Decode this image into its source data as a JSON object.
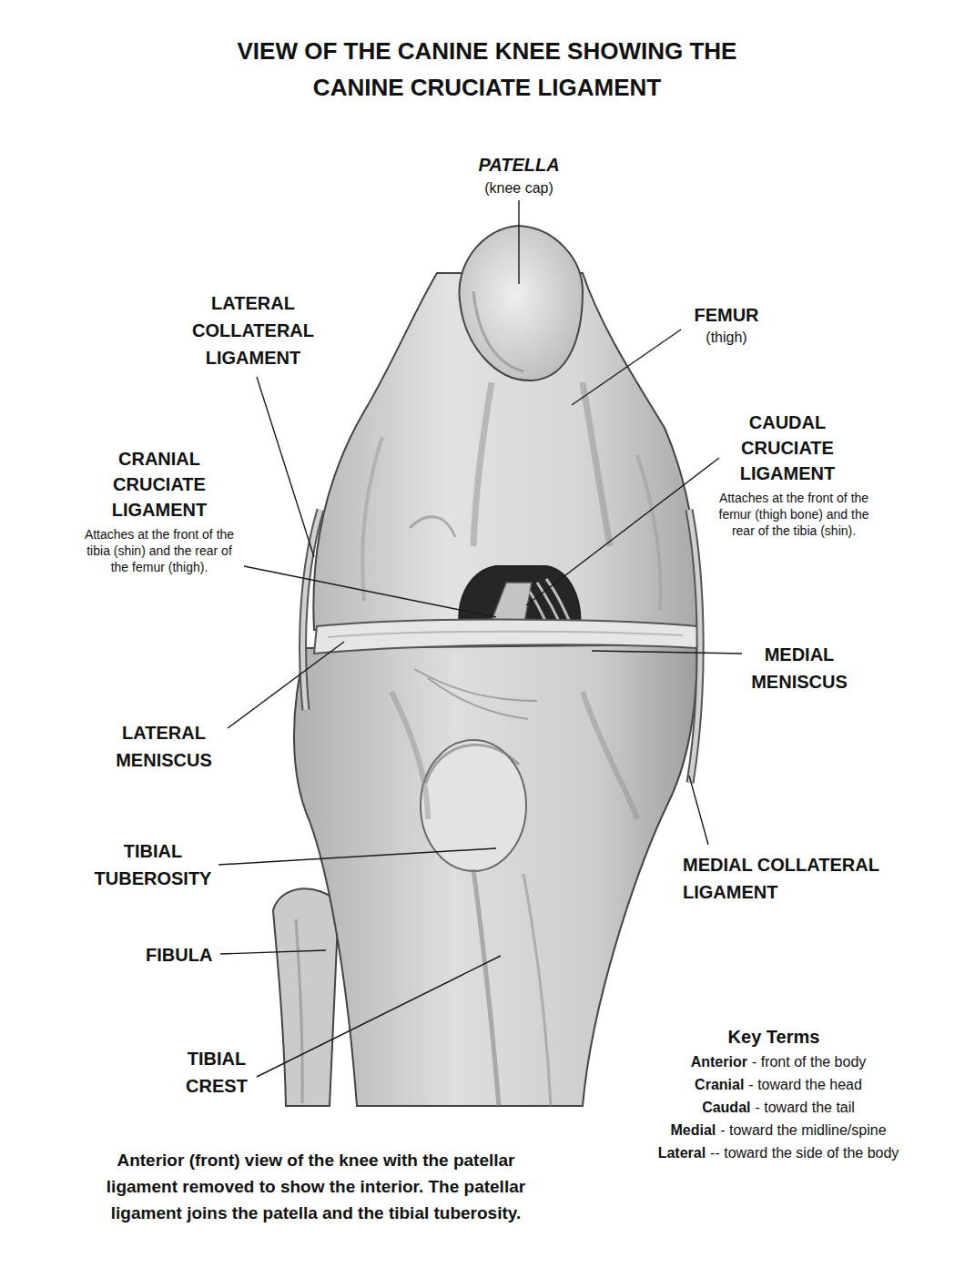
{
  "diagram": {
    "title": "VIEW OF THE CANINE KNEE SHOWING THE CANINE CRUCIATE LIGAMENT",
    "caption": "Anterior (front) view of the knee with the patellar ligament removed to show the interior. The patellar ligament joins the patella and the tibial tuberosity.",
    "labels": [
      "PATELLA",
      "(knee cap)",
      "LATERAL COLLATERAL LIGAMENT",
      "FEMUR",
      "(thigh)",
      "CRANIAL CRUCIATE LIGAMENT",
      "Attaches at the front of the tibia (shin) and the rear of the femur (thigh).",
      "CAUDAL CRUCIATE LIGAMENT",
      "Attaches at the front of the femur (thigh bone) and the rear of the tibia (shin).",
      "MEDIAL MENISCUS",
      "LATERAL MENISCUS",
      "TIBIAL TUBEROSITY",
      "MEDIAL COLLATERAL LIGAMENT",
      "FIBULA",
      "TIBIAL CREST",
      "Key Terms",
      "Anterior",
      "- front of the body",
      "Cranial",
      "- toward the head",
      "Caudal",
      "- toward the tail",
      "Medial",
      "- toward the midline/spine",
      "Lateral",
      "-- toward the side of the body"
    ]
  }
}
